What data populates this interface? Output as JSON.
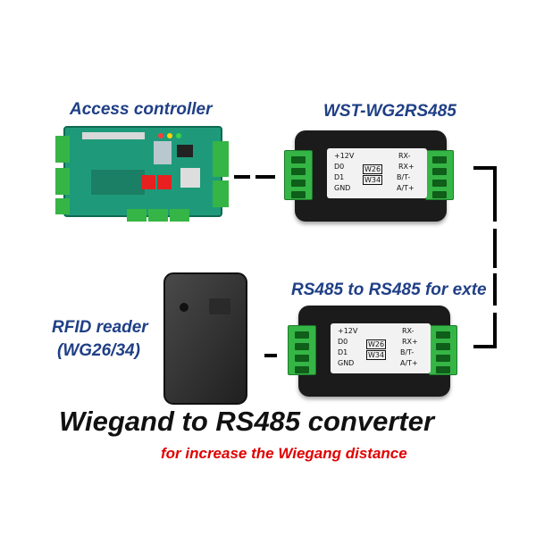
{
  "labels": {
    "access_controller": "Access controller",
    "converter_model": "WST-WG2RS485",
    "rs485_ext": "RS485 to RS485 for exte",
    "rfid_reader_line1": "RFID reader",
    "rfid_reader_line2": "(WG26/34)",
    "title": "Wiegand to RS485 converter",
    "subtitle": "for increase the Wiegang distance"
  },
  "converter_label": {
    "left_pins": [
      "+12V",
      "D0",
      "D1",
      "GND"
    ],
    "right_pins": [
      "RX-",
      "RX+",
      "B/T-",
      "A/T+"
    ],
    "modes": [
      "W26",
      "W34"
    ]
  },
  "colors": {
    "label_blue": "#1f3f86",
    "title_black": "#111111",
    "subtitle_red": "#e00000",
    "terminal_green": "#35b545",
    "pcb_green": "#1e9a7a",
    "device_black": "#1b1b1b"
  }
}
